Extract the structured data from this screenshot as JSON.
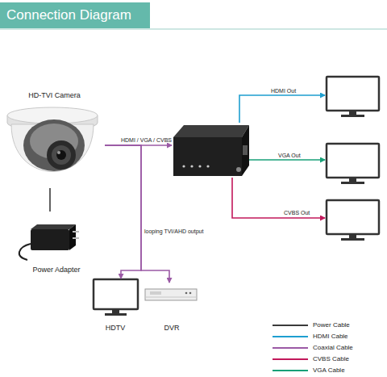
{
  "diagram": {
    "title": "Connection Diagram",
    "nodes": [
      {
        "text": [
          "HD-TVI Camera"
        ]
      },
      {
        "text": [
          "Power Adapter"
        ]
      },
      {
        "text": []
      },
      {
        "text": []
      },
      {
        "text": []
      },
      {
        "text": []
      },
      {
        "text": [
          "HDTV"
        ]
      },
      {
        "text": [
          "DVR"
        ]
      }
    ],
    "edges": [
      {
        "from": 0,
        "to": 2,
        "label": "HDMI / VGA / CVBS In",
        "arrow": "to"
      },
      {
        "from": 1,
        "to": 0,
        "arrow": "none"
      },
      {
        "from": 2,
        "to": 3,
        "label": "HDMI Out",
        "arrow": "to"
      },
      {
        "from": 2,
        "to": 4,
        "label": "VGA Out",
        "arrow": "to"
      },
      {
        "from": 2,
        "to": 5,
        "label": "CVBS Out",
        "arrow": "to"
      },
      {
        "from": 0,
        "to": 6,
        "label": "looping TVI/AHD output",
        "arrow": "to"
      },
      {
        "from": 0,
        "to": 7,
        "arrow": "to"
      }
    ],
    "legend": [
      {
        "text": "Power Cable",
        "color": "#3a3a3a"
      },
      {
        "text": "HDMI Cable",
        "color": "#1e9fd0"
      },
      {
        "text": "Coaxial Cable",
        "color": "#9b5aa5"
      },
      {
        "text": "CVBS Cable",
        "color": "#c2185b"
      },
      {
        "text": "VGA Cable",
        "color": "#17a078"
      }
    ]
  }
}
